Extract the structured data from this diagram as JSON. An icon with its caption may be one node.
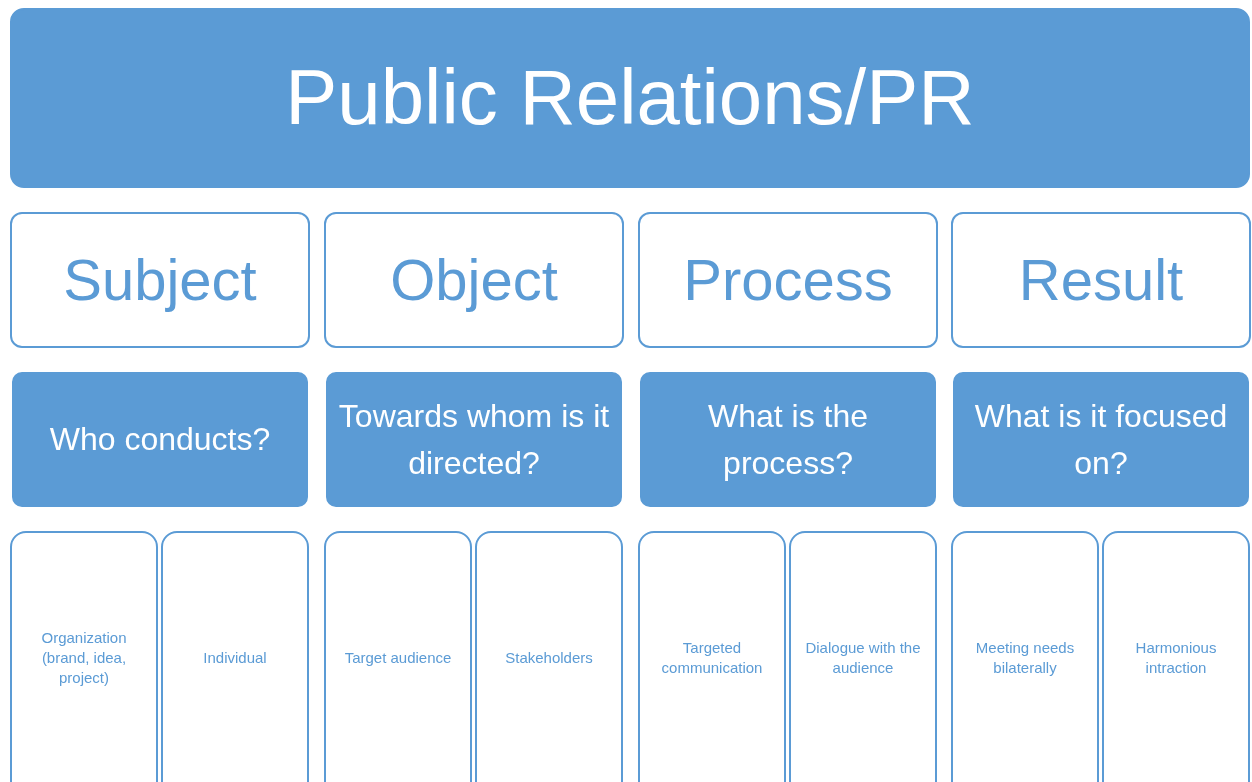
{
  "diagram": {
    "nodes": [
      {
        "text": [
          "Public Relations/PR"
        ]
      },
      {
        "text": [
          "Subject"
        ]
      },
      {
        "text": [
          "Object"
        ]
      },
      {
        "text": [
          "Process"
        ]
      },
      {
        "text": [
          "Result"
        ]
      },
      {
        "text": [
          "Who conducts?"
        ]
      },
      {
        "text": [
          "Towards whom is it directed?"
        ]
      },
      {
        "text": [
          "What is the process?"
        ]
      },
      {
        "text": [
          "What is it focused on?"
        ]
      },
      {
        "text": [
          "Organization (brand, idea, project)"
        ]
      },
      {
        "text": [
          "Individual"
        ]
      },
      {
        "text": [
          "Target audience"
        ]
      },
      {
        "text": [
          "Stakeholders"
        ]
      },
      {
        "text": [
          "Targeted communication"
        ]
      },
      {
        "text": [
          "Dialogue with the audience"
        ]
      },
      {
        "text": [
          "Meeting needs bilaterally"
        ]
      },
      {
        "text": [
          "Harmonious intraction"
        ]
      }
    ]
  }
}
